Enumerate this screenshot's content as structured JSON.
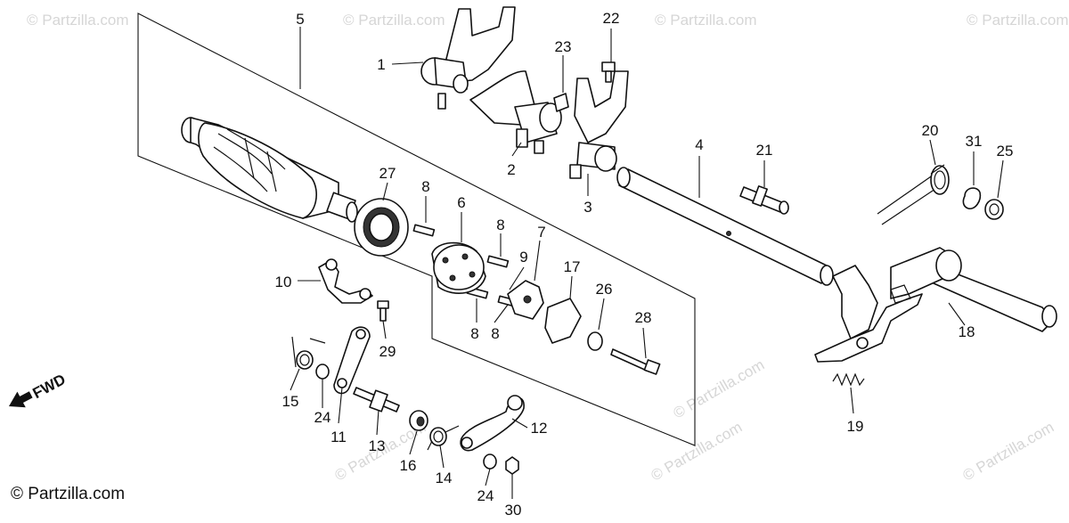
{
  "watermark": "© Partzilla.com",
  "copyright": "© Partzilla.com",
  "direction_label": "FWD",
  "callouts": [
    "1",
    "2",
    "3",
    "4",
    "5",
    "6",
    "7",
    "8",
    "9",
    "10",
    "11",
    "12",
    "13",
    "14",
    "15",
    "16",
    "17",
    "18",
    "19",
    "20",
    "21",
    "22",
    "23",
    "24",
    "25",
    "26",
    "27",
    "28",
    "29",
    "30",
    "31"
  ],
  "colors": {
    "line": "#111111",
    "background": "#ffffff",
    "watermark": "#d6d6d6"
  }
}
